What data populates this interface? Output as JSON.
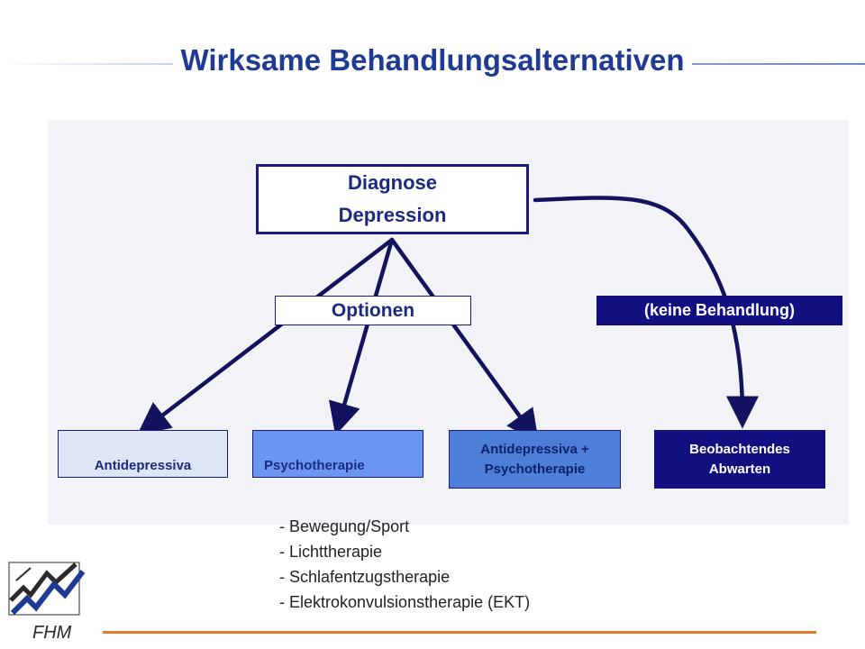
{
  "title": "Wirksame Behandlungsalternativen",
  "diagnose": {
    "line1": "Diagnose",
    "line2": "Depression"
  },
  "options_label": "Optionen",
  "no_treatment_label": "(keine Behandlung)",
  "boxes": [
    {
      "lines": [
        "Antidepressiva"
      ]
    },
    {
      "lines": [
        "Psychotherapie"
      ]
    },
    {
      "lines": [
        "Antidepressiva +",
        "Psychotherapie"
      ]
    },
    {
      "lines": [
        "Beobachtendes",
        "Abwarten"
      ]
    }
  ],
  "additional": [
    "Bewegung/Sport",
    "Lichttherapie",
    "Schlafentzugstherapie",
    "Elektrokonvulsionstherapie (EKT)"
  ],
  "logo_text": "FHM",
  "colors": {
    "title": "#1f3a93",
    "navy": "#121080",
    "light_blue": "#dde6f5",
    "mid_blue": "#6a96f0",
    "blue": "#4c7fd8",
    "orange_rule": "#e07a2a"
  }
}
